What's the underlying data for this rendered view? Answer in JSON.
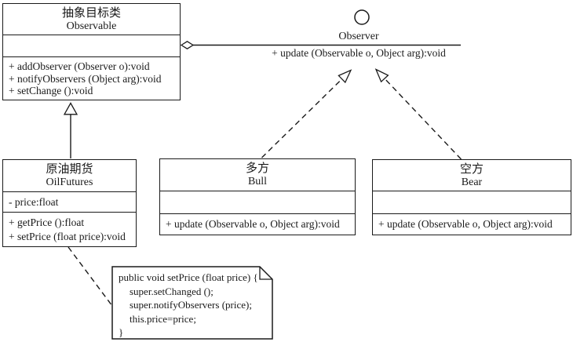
{
  "diagram_title": "Observer pattern UML class diagram",
  "colors": {
    "line": "#1a1a1a",
    "background": "#ffffff"
  },
  "observable": {
    "name_cn": "抽象目标类",
    "name_en": "Observable",
    "attributes": [],
    "methods": [
      "+ addObserver (Observer o):void",
      "+ notifyObservers (Object arg):void",
      "+ setChange ():void"
    ]
  },
  "observer_interface": {
    "name": "Observer",
    "method": "+ update (Observable o, Object arg):void"
  },
  "oilfutures": {
    "name_cn": "原油期货",
    "name_en": "OilFutures",
    "attributes": [
      "- price:float"
    ],
    "methods": [
      "+ getPrice ():float",
      "+ setPrice (float price):void"
    ]
  },
  "bull": {
    "name_cn": "多方",
    "name_en": "Bull",
    "methods": [
      "+ update (Observable o, Object arg):void"
    ]
  },
  "bear": {
    "name_cn": "空方",
    "name_en": "Bear",
    "methods": [
      "+ update (Observable o, Object arg):void"
    ]
  },
  "note": {
    "lines": [
      "public void setPrice (float price) {",
      "super.setChanged ();",
      "super.notifyObservers (price);",
      "this.price=price;",
      "}"
    ]
  },
  "icons": {
    "lollipop": "interface-circle-icon",
    "diamond": "aggregation-diamond-icon",
    "triangle": "inheritance-triangle-icon",
    "arrowhead": "dependency-arrowhead-icon",
    "note_fold": "note-fold-icon"
  }
}
